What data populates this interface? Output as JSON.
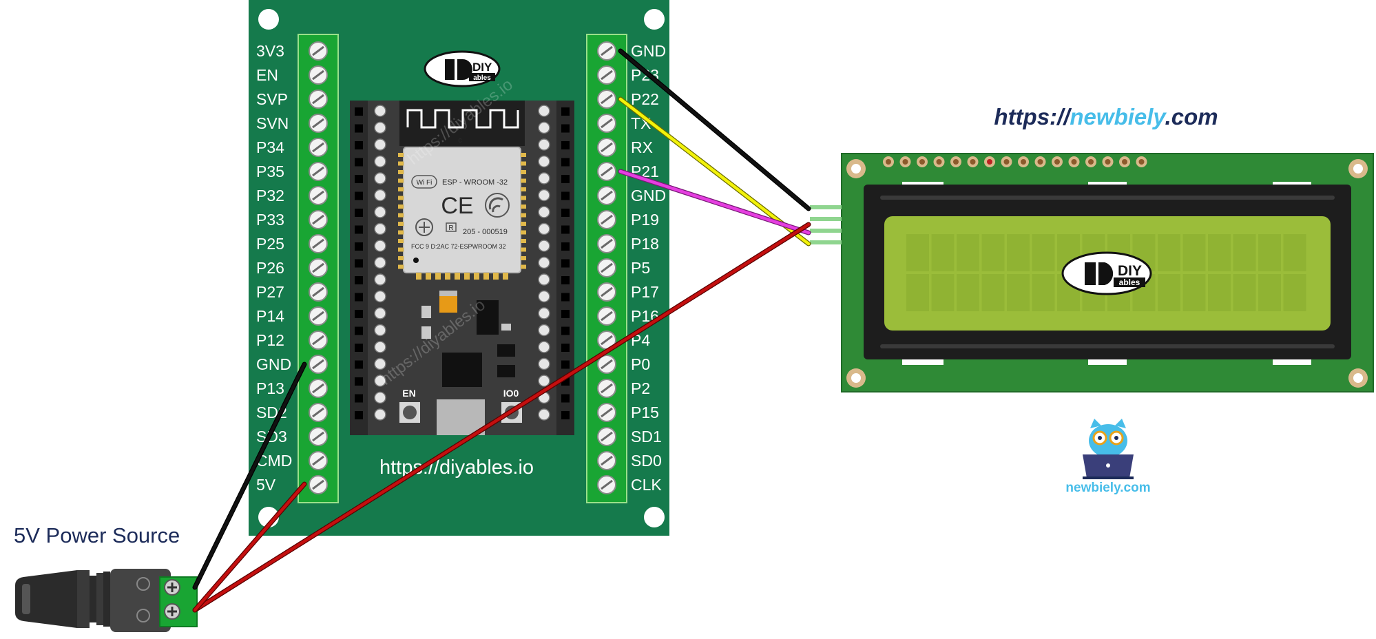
{
  "header": {
    "url_prefix": "https://",
    "url_brand": "newbiely",
    "url_suffix": ".com"
  },
  "colors": {
    "board_green": "#157a4c",
    "terminal_green": "#19a533",
    "lcd_pcb": "#2f8a36",
    "lcd_screen": "#9bbd3a",
    "wire_black": "#111111",
    "wire_red": "#c40f0f",
    "wire_yellow": "#f2f20a",
    "wire_magenta": "#e53ee0",
    "brand_blue": "#1c2b59",
    "brand_cyan": "#47bde9"
  },
  "board": {
    "left_pins": [
      "3V3",
      "EN",
      "SVP",
      "SVN",
      "P34",
      "P35",
      "P32",
      "P33",
      "P25",
      "P26",
      "P27",
      "P14",
      "P12",
      "GND",
      "P13",
      "SD2",
      "SD3",
      "CMD",
      "5V"
    ],
    "right_pins": [
      "GND",
      "P23",
      "P22",
      "TX",
      "RX",
      "P21",
      "GND",
      "P19",
      "P18",
      "P5",
      "P17",
      "P16",
      "P4",
      "P0",
      "P2",
      "P15",
      "SD1",
      "SD0",
      "CLK"
    ],
    "url": "https://diyables.io",
    "watermark": "https://diyables.io",
    "logo_top": "DIY",
    "logo_bottom": "ables",
    "button_en": "EN",
    "button_io0": "IO0",
    "module": {
      "name": "ESP - WROOM -32",
      "wifi": "Wi Fi",
      "ce": "CE",
      "reg": "205 - 000519",
      "fcc": "FCC 9 D:2AC 72-ESPWROOM  32",
      "r_mark": "R",
      "c_mark": "c"
    }
  },
  "lcd": {
    "logo_top": "DIY",
    "logo_bottom": "ables"
  },
  "power": {
    "label": "5V Power Source"
  },
  "footer_logo": {
    "text": "newbiely.com"
  }
}
